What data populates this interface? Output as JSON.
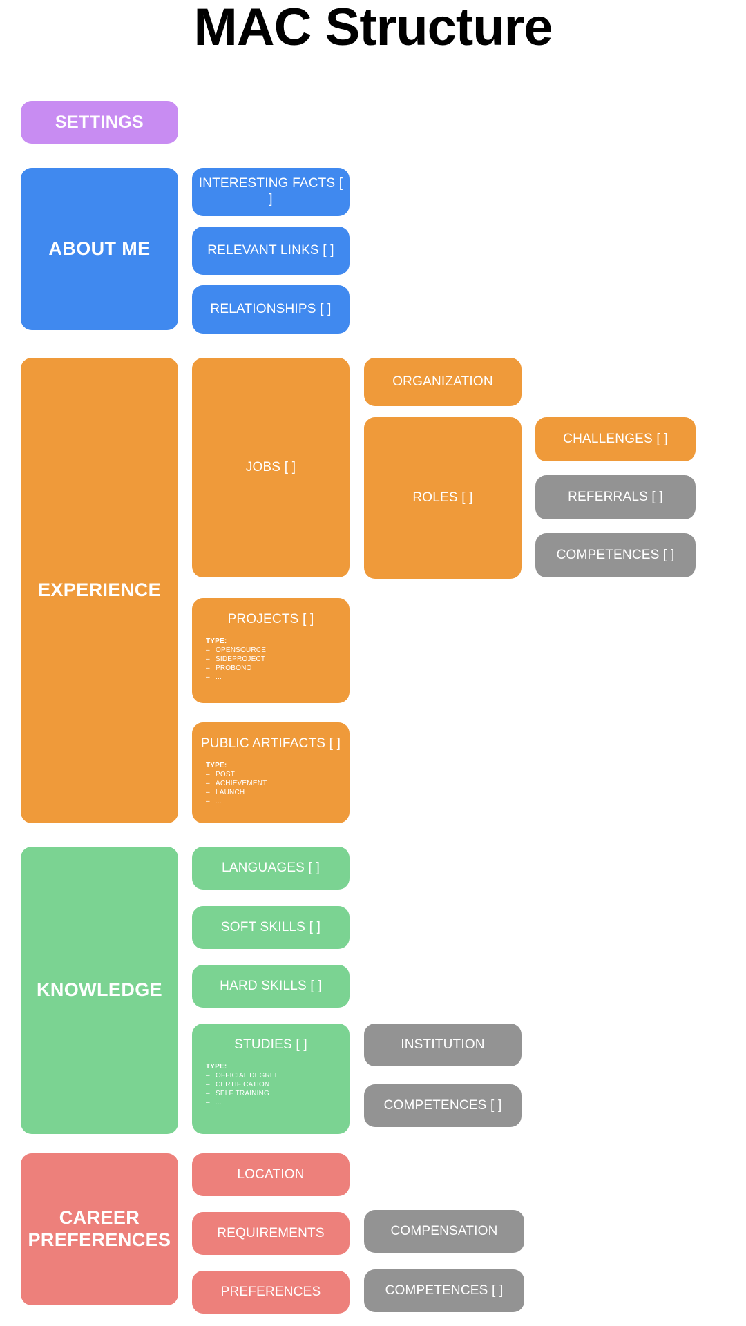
{
  "page": {
    "title": "MAC Structure",
    "background": "#ffffff"
  },
  "colors": {
    "settings": "#c88cf2",
    "about_me": "#4089ef",
    "experience": "#ef9a3a",
    "knowledge": "#7bd392",
    "career_preferences": "#ed807b",
    "shared": "#939393",
    "text": "#ffffff",
    "title": "#000000"
  },
  "sections": {
    "settings": {
      "label": "SETTINGS"
    },
    "about_me": {
      "label": "ABOUT ME",
      "children": [
        {
          "label": "INTERESTING FACTS [ ]"
        },
        {
          "label": "RELEVANT LINKS [ ]"
        },
        {
          "label": "RELATIONSHIPS [ ]"
        }
      ]
    },
    "experience": {
      "label": "EXPERIENCE",
      "jobs": {
        "label": "JOBS [ ]"
      },
      "organization": {
        "label": "ORGANIZATION"
      },
      "roles": {
        "label": "ROLES [ ]"
      },
      "challenges": {
        "label": "CHALLENGES [ ]"
      },
      "referrals": {
        "label": "REFERRALS [ ]"
      },
      "competences": {
        "label": "COMPETENCES [ ]"
      },
      "projects": {
        "label": "PROJECTS [ ]",
        "type_heading": "TYPE:",
        "types": [
          "OPENSOURCE",
          "SIDEPROJECT",
          "PROBONO",
          "..."
        ]
      },
      "public_artifacts": {
        "label": "PUBLIC ARTIFACTS [ ]",
        "type_heading": "TYPE:",
        "types": [
          "POST",
          "ACHIEVEMENT",
          "LAUNCH",
          "..."
        ]
      }
    },
    "knowledge": {
      "label": "KNOWLEDGE",
      "languages": {
        "label": "LANGUAGES [ ]"
      },
      "soft_skills": {
        "label": "SOFT SKILLS [ ]"
      },
      "hard_skills": {
        "label": "HARD SKILLS [ ]"
      },
      "studies": {
        "label": "STUDIES [ ]",
        "type_heading": "TYPE:",
        "types": [
          "OFFICIAL DEGREE",
          "CERTIFICATION",
          "SELF TRAINING",
          "..."
        ]
      },
      "institution": {
        "label": "INSTITUTION"
      },
      "competences": {
        "label": "COMPETENCES [ ]"
      }
    },
    "career_preferences": {
      "label": "CAREER PREFERENCES",
      "location": {
        "label": "LOCATION"
      },
      "requirements": {
        "label": "REQUIREMENTS"
      },
      "preferences": {
        "label": "PREFERENCES"
      },
      "compensation": {
        "label": "COMPENSATION"
      },
      "competences": {
        "label": "COMPETENCES [ ]"
      }
    }
  }
}
